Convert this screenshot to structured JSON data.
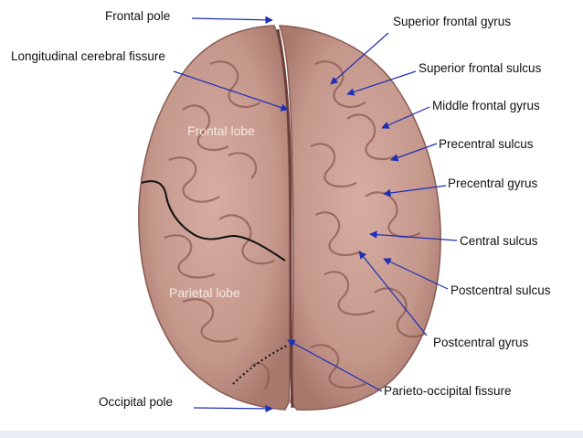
{
  "colors": {
    "background": "#ffffff",
    "arrow": "#1e2fb8",
    "label_text": "#111111",
    "brain_tissue": "#c89a8e",
    "gyri_shadow": "#8a5a52",
    "lobe_label": "#f3e9e4"
  },
  "labels": {
    "frontal_pole": "Frontal pole",
    "longitudinal_fissure": "Longitudinal cerebral fissure",
    "occipital_pole": "Occipital pole",
    "superior_frontal_gyrus": "Superior frontal gyrus",
    "superior_frontal_sulcus": "Superior frontal sulcus",
    "middle_frontal_gyrus": "Middle frontal gyrus",
    "precentral_sulcus": "Precentral sulcus",
    "precentral_gyrus": "Precentral gyrus",
    "central_sulcus": "Central sulcus",
    "postcentral_sulcus": "Postcentral sulcus",
    "postcentral_gyrus": "Postcentral gyrus",
    "parieto_occipital_fissure": "Parieto-occipital fissure"
  },
  "lobes": {
    "frontal": "Frontal lobe",
    "parietal": "Parietal lobe"
  }
}
